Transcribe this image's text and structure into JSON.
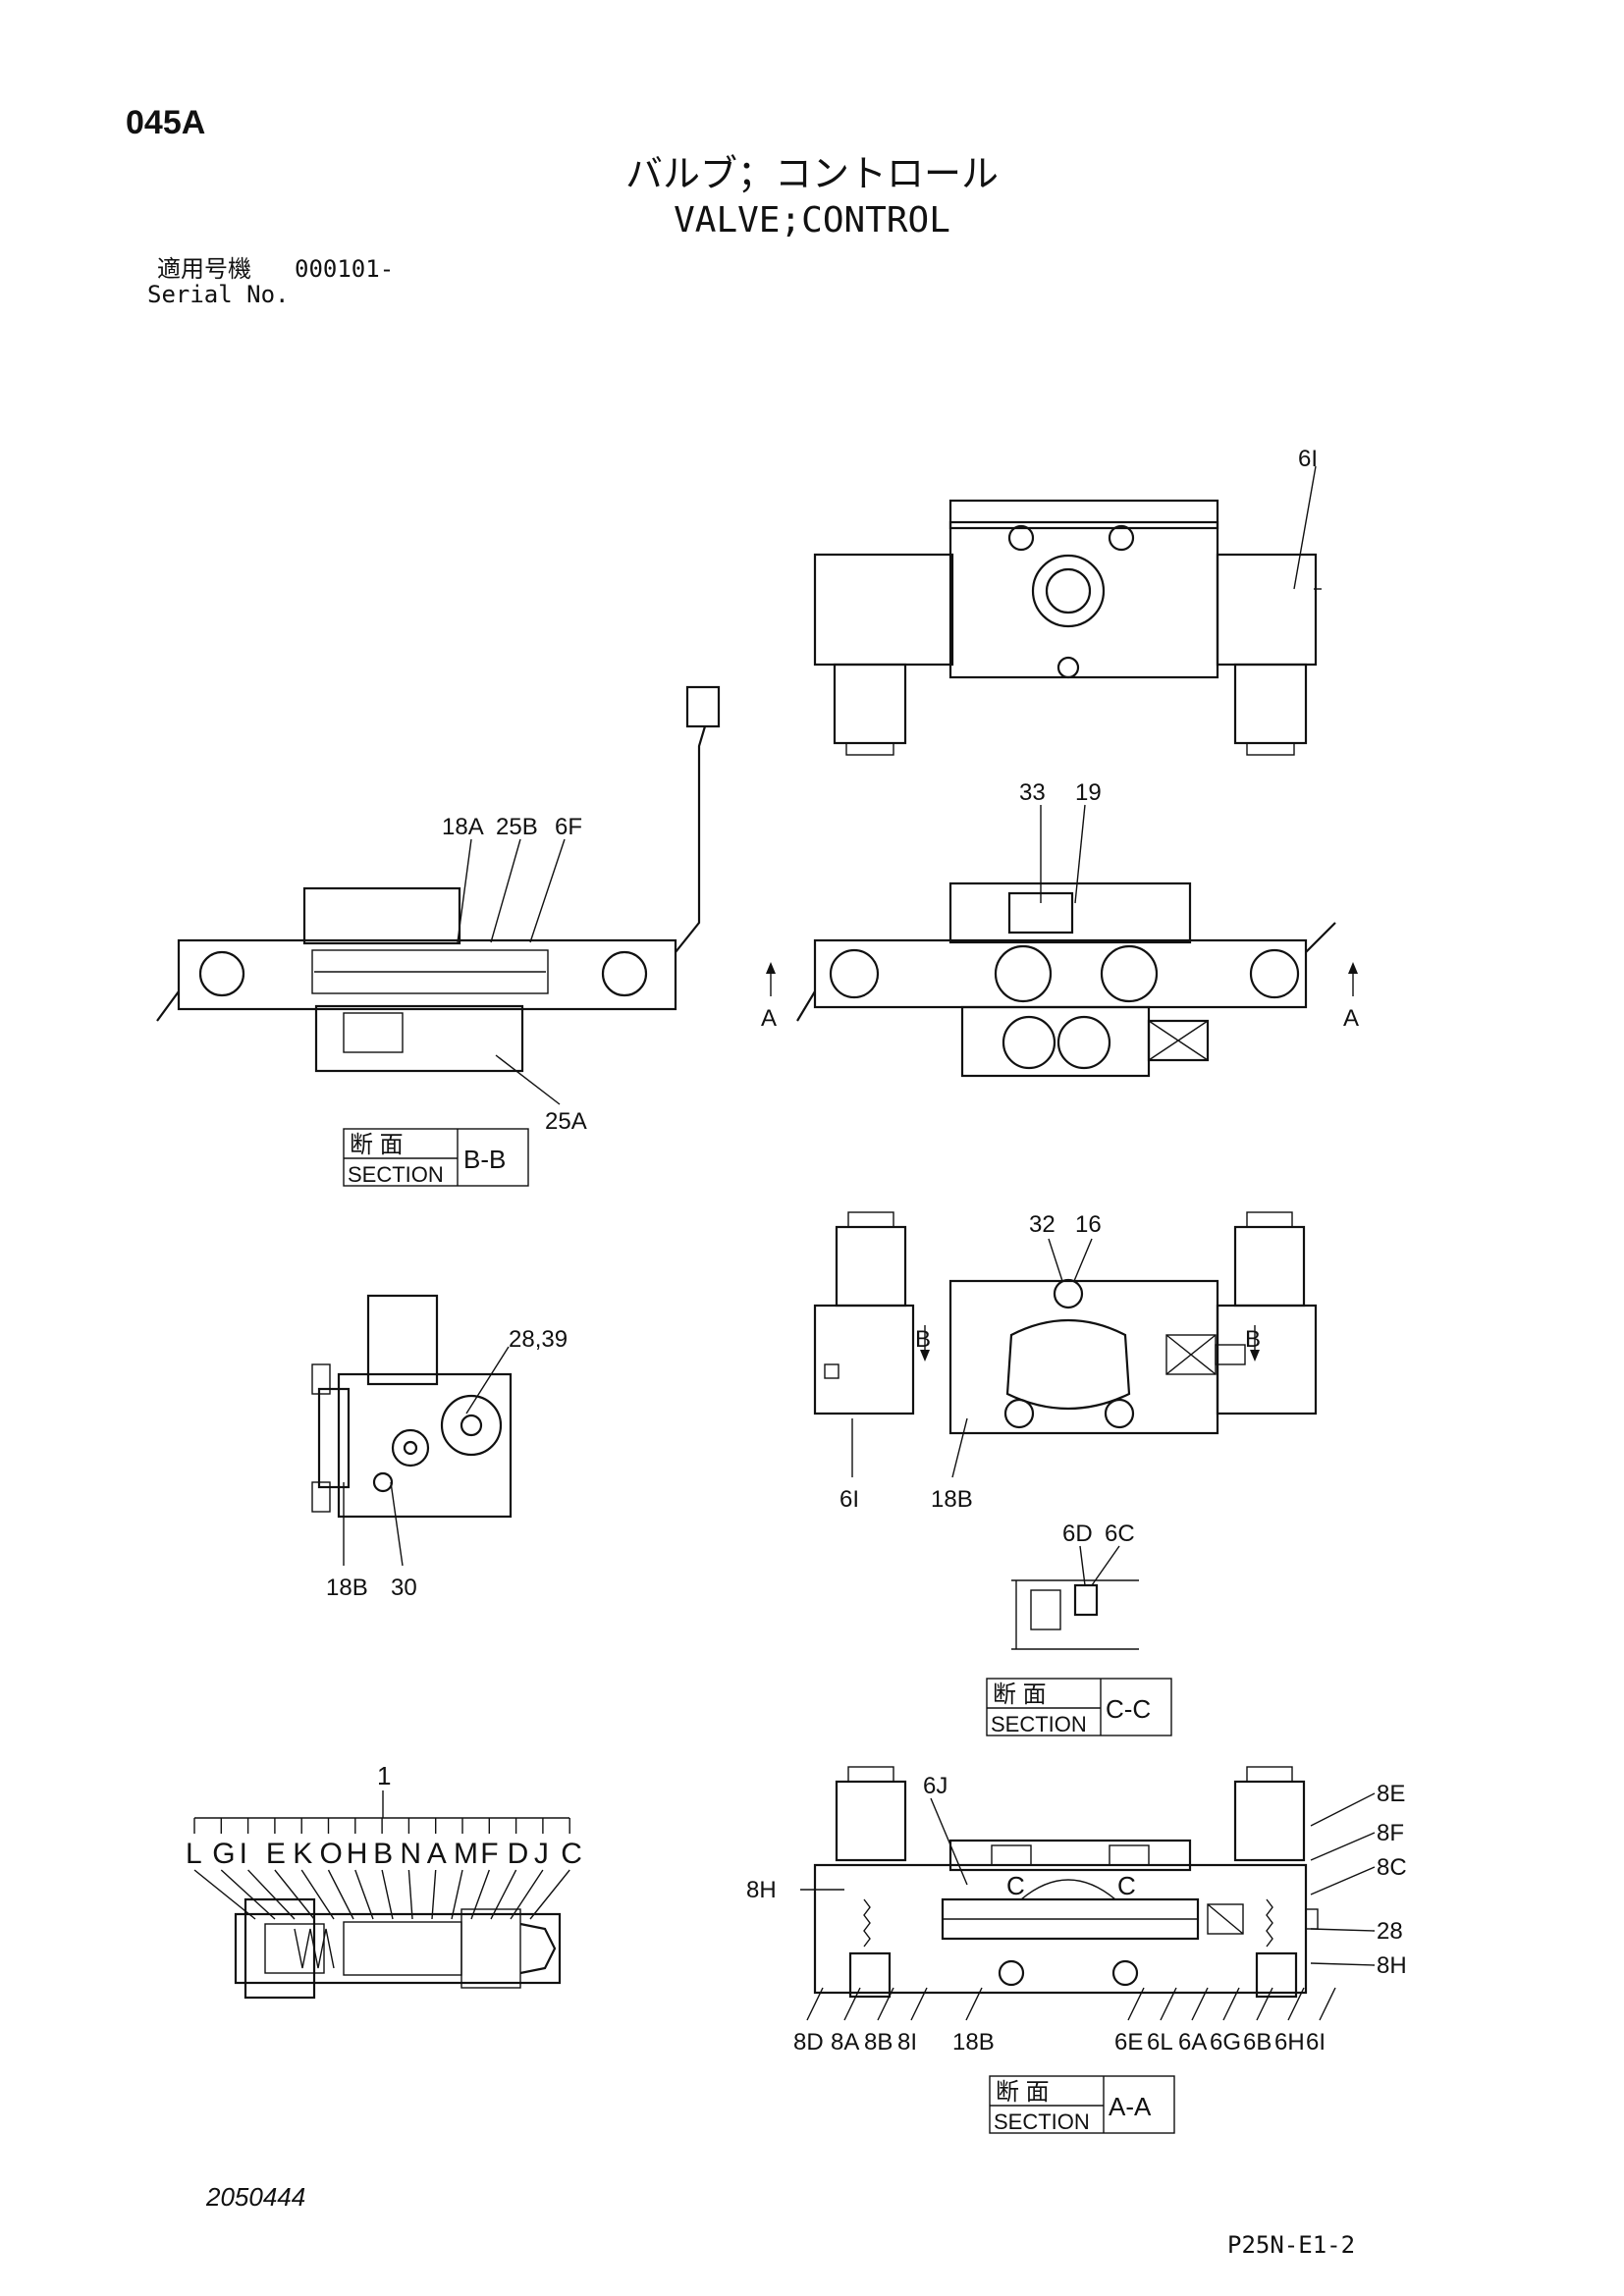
{
  "header": {
    "page_code": "045A",
    "title_jp": "バルブ；コントロール",
    "title_en": "VALVE;CONTROL",
    "serial_label_jp": "適用号機",
    "serial_value": "000101-",
    "serial_label_en": "Serial No."
  },
  "section_labels": {
    "jp": "断 面",
    "en": "SECTION",
    "bb": "B-B",
    "cc": "C-C",
    "aa": "A-A"
  },
  "view_markers": {
    "a": "A",
    "b": "B"
  },
  "callouts": {
    "top_view": [
      "6I"
    ],
    "front_view": [
      "33",
      "19"
    ],
    "section_bb": [
      "18A",
      "25B",
      "6F",
      "25A"
    ],
    "side_view": [
      "28,39",
      "18B",
      "30"
    ],
    "bottom_view": [
      "32",
      "16",
      "6I",
      "18B"
    ],
    "section_cc": [
      "6D",
      "6C"
    ],
    "exploded_spool": {
      "main": "1",
      "letters": [
        "L",
        "G",
        "I",
        "E",
        "K",
        "O",
        "H",
        "B",
        "N",
        "A",
        "M",
        "F",
        "D",
        "J",
        "C"
      ]
    },
    "section_aa": {
      "top": [
        "6J"
      ],
      "left": [
        "8H"
      ],
      "right": [
        "8E",
        "8F",
        "8C",
        "28",
        "8H"
      ],
      "bottom": [
        "8D",
        "8A",
        "8B",
        "8I",
        "18B",
        "6E",
        "6L",
        "6A",
        "6G",
        "6B",
        "6H",
        "6I"
      ],
      "inner": [
        "C",
        "C"
      ]
    }
  },
  "footer": {
    "drawing_number": "2050444",
    "page_reference": "P25N-E1-2"
  }
}
